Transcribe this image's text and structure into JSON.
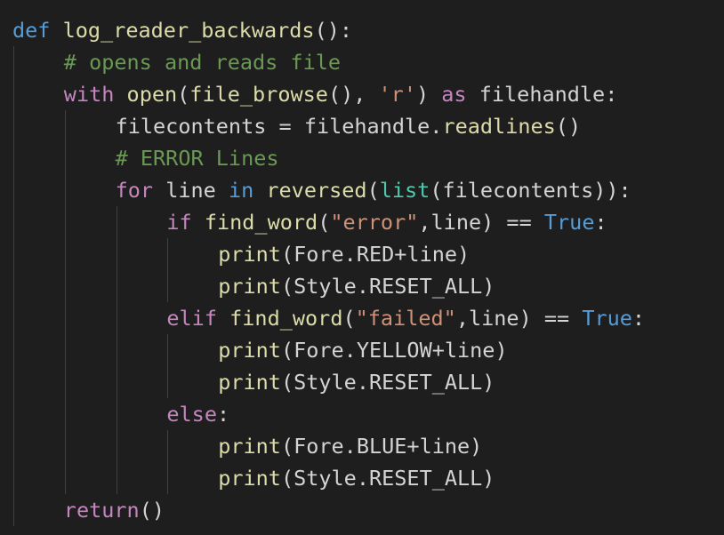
{
  "theme": {
    "background": "#1e1e1e",
    "default_text": "#d4d4d4",
    "keyword_blue": "#569cd6",
    "control_purple": "#c586c0",
    "function_yellow": "#dcdcaa",
    "string_orange": "#ce9178",
    "comment_green": "#6a9955",
    "builtin_teal": "#4ec9b0"
  },
  "code_lines": [
    {
      "indent": 0,
      "tokens": [
        {
          "t": "def",
          "c": "kw"
        },
        {
          "t": " ",
          "c": "plain"
        },
        {
          "t": "log_reader_backwards",
          "c": "fn"
        },
        {
          "t": "():",
          "c": "plain"
        }
      ]
    },
    {
      "indent": 1,
      "tokens": [
        {
          "t": "# opens and reads file",
          "c": "cmt"
        }
      ]
    },
    {
      "indent": 1,
      "tokens": [
        {
          "t": "with",
          "c": "ctrl"
        },
        {
          "t": " ",
          "c": "plain"
        },
        {
          "t": "open",
          "c": "fn"
        },
        {
          "t": "(",
          "c": "plain"
        },
        {
          "t": "file_browse",
          "c": "fn"
        },
        {
          "t": "(), ",
          "c": "plain"
        },
        {
          "t": "'r'",
          "c": "str"
        },
        {
          "t": ") ",
          "c": "plain"
        },
        {
          "t": "as",
          "c": "ctrl"
        },
        {
          "t": " filehandle:",
          "c": "plain"
        }
      ]
    },
    {
      "indent": 2,
      "tokens": [
        {
          "t": "filecontents = filehandle.",
          "c": "plain"
        },
        {
          "t": "readlines",
          "c": "fn"
        },
        {
          "t": "()",
          "c": "plain"
        }
      ]
    },
    {
      "indent": 2,
      "tokens": [
        {
          "t": "# ERROR Lines",
          "c": "cmt"
        }
      ]
    },
    {
      "indent": 2,
      "tokens": [
        {
          "t": "for",
          "c": "ctrl"
        },
        {
          "t": " line ",
          "c": "plain"
        },
        {
          "t": "in",
          "c": "kw"
        },
        {
          "t": " ",
          "c": "plain"
        },
        {
          "t": "reversed",
          "c": "fn"
        },
        {
          "t": "(",
          "c": "plain"
        },
        {
          "t": "list",
          "c": "type"
        },
        {
          "t": "(filecontents)):",
          "c": "plain"
        }
      ]
    },
    {
      "indent": 3,
      "tokens": [
        {
          "t": "if",
          "c": "ctrl"
        },
        {
          "t": " ",
          "c": "plain"
        },
        {
          "t": "find_word",
          "c": "fn"
        },
        {
          "t": "(",
          "c": "plain"
        },
        {
          "t": "\"error\"",
          "c": "str"
        },
        {
          "t": ",line) == ",
          "c": "plain"
        },
        {
          "t": "True",
          "c": "kw"
        },
        {
          "t": ":",
          "c": "plain"
        }
      ]
    },
    {
      "indent": 4,
      "tokens": [
        {
          "t": "print",
          "c": "fn"
        },
        {
          "t": "(Fore.RED+line)",
          "c": "plain"
        }
      ]
    },
    {
      "indent": 4,
      "tokens": [
        {
          "t": "print",
          "c": "fn"
        },
        {
          "t": "(Style.RESET_ALL)",
          "c": "plain"
        }
      ]
    },
    {
      "indent": 3,
      "tokens": [
        {
          "t": "elif",
          "c": "ctrl"
        },
        {
          "t": " ",
          "c": "plain"
        },
        {
          "t": "find_word",
          "c": "fn"
        },
        {
          "t": "(",
          "c": "plain"
        },
        {
          "t": "\"failed\"",
          "c": "str"
        },
        {
          "t": ",line) == ",
          "c": "plain"
        },
        {
          "t": "True",
          "c": "kw"
        },
        {
          "t": ":",
          "c": "plain"
        }
      ]
    },
    {
      "indent": 4,
      "tokens": [
        {
          "t": "print",
          "c": "fn"
        },
        {
          "t": "(Fore.YELLOW+line)",
          "c": "plain"
        }
      ]
    },
    {
      "indent": 4,
      "tokens": [
        {
          "t": "print",
          "c": "fn"
        },
        {
          "t": "(Style.RESET_ALL)",
          "c": "plain"
        }
      ]
    },
    {
      "indent": 3,
      "tokens": [
        {
          "t": "else",
          "c": "ctrl"
        },
        {
          "t": ":",
          "c": "plain"
        }
      ]
    },
    {
      "indent": 4,
      "tokens": [
        {
          "t": "print",
          "c": "fn"
        },
        {
          "t": "(Fore.BLUE+line)",
          "c": "plain"
        }
      ]
    },
    {
      "indent": 4,
      "tokens": [
        {
          "t": "print",
          "c": "fn"
        },
        {
          "t": "(Style.RESET_ALL)",
          "c": "plain"
        }
      ]
    },
    {
      "indent": 1,
      "tokens": [
        {
          "t": "return",
          "c": "ctrl"
        },
        {
          "t": "()",
          "c": "plain"
        }
      ]
    }
  ]
}
